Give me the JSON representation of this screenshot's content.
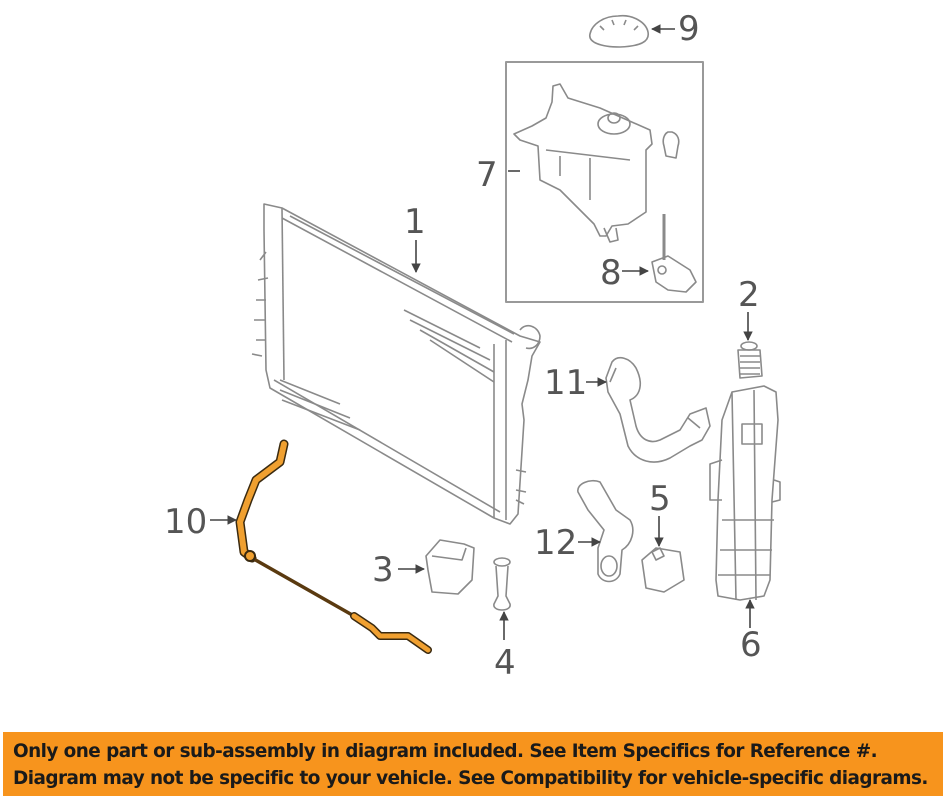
{
  "diagram": {
    "type": "exploded parts diagram",
    "subject": "cooling system - radiator and components",
    "highlight_color": "#F0A030",
    "callouts": [
      {
        "id": "1",
        "label": "1",
        "part": "radiator"
      },
      {
        "id": "2",
        "label": "2",
        "part": "bushing"
      },
      {
        "id": "3",
        "label": "3",
        "part": "mount bracket"
      },
      {
        "id": "4",
        "label": "4",
        "part": "drain plug"
      },
      {
        "id": "5",
        "label": "5",
        "part": "bracket"
      },
      {
        "id": "6",
        "label": "6",
        "part": "air deflector"
      },
      {
        "id": "7",
        "label": "7",
        "part": "expansion tank"
      },
      {
        "id": "8",
        "label": "8",
        "part": "level sensor"
      },
      {
        "id": "9",
        "label": "9",
        "part": "cap"
      },
      {
        "id": "10",
        "label": "10",
        "part": "hose (highlighted)"
      },
      {
        "id": "11",
        "label": "11",
        "part": "upper hose"
      },
      {
        "id": "12",
        "label": "12",
        "part": "lower hose"
      }
    ]
  },
  "banner": {
    "color": "#F7941D",
    "line1": "Only one part or sub-assembly in diagram included. See Item Specifics for Reference #.",
    "line2": "Diagram may not be specific to your vehicle. See Compatibility for vehicle-specific diagrams."
  }
}
